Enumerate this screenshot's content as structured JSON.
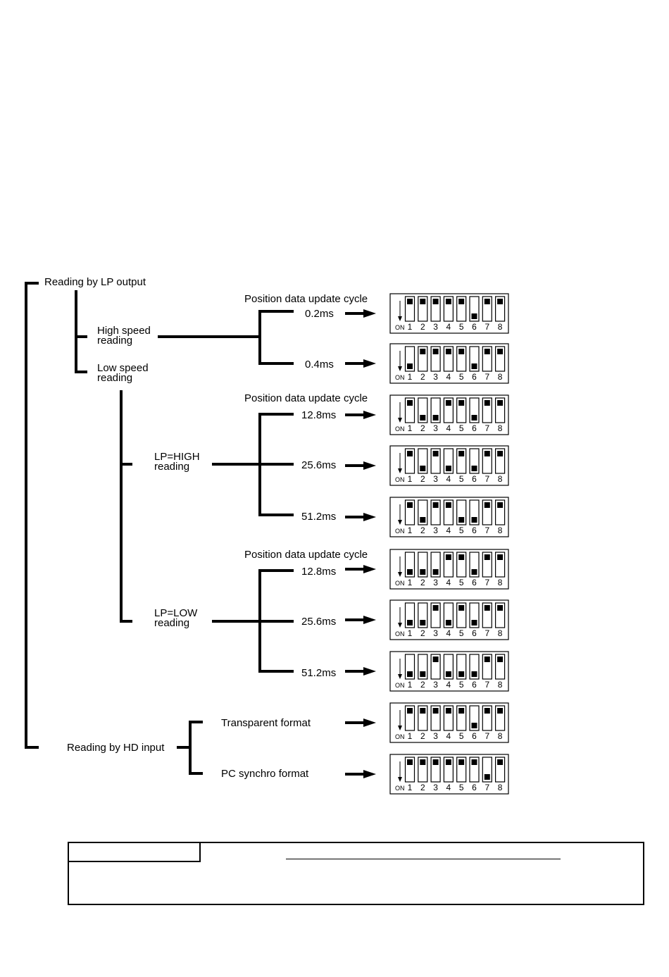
{
  "tree": {
    "lp_output": "Reading by LP output",
    "high_speed": [
      "High speed",
      "reading"
    ],
    "low_speed": [
      "Low speed",
      "reading"
    ],
    "lp_high": [
      "LP=HIGH",
      "reading"
    ],
    "lp_low": [
      "LP=LOW",
      "reading"
    ],
    "hd_input": "Reading by HD input",
    "cycle_header": "Position data update cycle"
  },
  "switch_on_label": "ON",
  "switch_numbers": [
    "1",
    "2",
    "3",
    "4",
    "5",
    "6",
    "7",
    "8"
  ],
  "settings": [
    {
      "label": "0.2ms",
      "on": [
        false,
        false,
        false,
        false,
        false,
        true,
        false,
        false
      ]
    },
    {
      "label": "0.4ms",
      "on": [
        true,
        false,
        false,
        false,
        false,
        true,
        false,
        false
      ]
    },
    {
      "label": "12.8ms",
      "on": [
        false,
        true,
        true,
        false,
        false,
        true,
        false,
        false
      ]
    },
    {
      "label": "25.6ms",
      "on": [
        false,
        true,
        false,
        true,
        false,
        true,
        false,
        false
      ]
    },
    {
      "label": "51.2ms",
      "on": [
        false,
        true,
        false,
        false,
        true,
        true,
        false,
        false
      ]
    },
    {
      "label": "12.8ms",
      "on": [
        true,
        true,
        true,
        false,
        false,
        true,
        false,
        false
      ]
    },
    {
      "label": "25.6ms",
      "on": [
        true,
        true,
        false,
        true,
        false,
        true,
        false,
        false
      ]
    },
    {
      "label": "51.2ms",
      "on": [
        true,
        true,
        false,
        true,
        true,
        true,
        false,
        false
      ]
    },
    {
      "label": "Transparent format",
      "on": [
        false,
        false,
        false,
        false,
        false,
        true,
        false,
        false
      ]
    },
    {
      "label": "PC synchro format",
      "on": [
        false,
        false,
        false,
        false,
        false,
        false,
        true,
        false
      ]
    }
  ]
}
